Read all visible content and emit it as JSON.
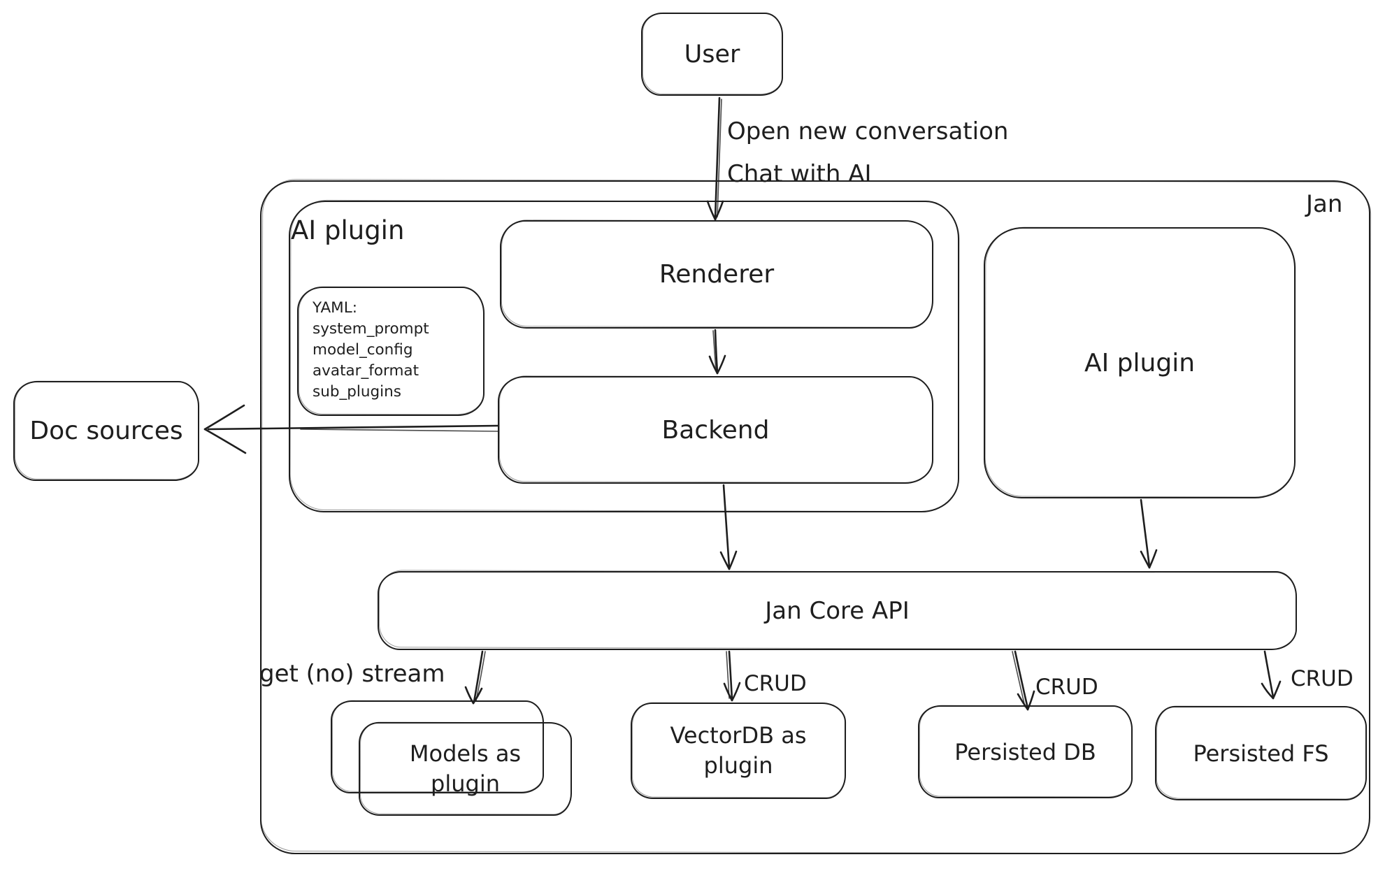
{
  "colors": {
    "stroke": "#1e1e1e",
    "background": "#ffffff"
  },
  "nodes": {
    "user": {
      "label": "User"
    },
    "jan": {
      "label": "Jan"
    },
    "ai_plugin_left": {
      "label": "AI plugin"
    },
    "yaml_note": {
      "lines": [
        "YAML:",
        "system_prompt",
        "model_config",
        "avatar_format",
        "sub_plugins"
      ]
    },
    "renderer": {
      "label": "Renderer"
    },
    "backend": {
      "label": "Backend"
    },
    "doc_sources": {
      "label": "Doc sources"
    },
    "ai_plugin_right": {
      "label": "AI plugin"
    },
    "jan_core_api": {
      "label": "Jan Core API"
    },
    "models_as_plugin": {
      "label": "Models as plugin"
    },
    "vectordb": {
      "label": "VectorDB as plugin"
    },
    "persisted_db": {
      "label": "Persisted DB"
    },
    "persisted_fs": {
      "label": "Persisted FS"
    }
  },
  "edges": {
    "user_to_renderer": {
      "from": "User",
      "to": "Renderer",
      "label_lines": [
        "Open new conversation",
        "Chat with AI"
      ]
    },
    "renderer_to_backend": {
      "from": "Renderer",
      "to": "Backend"
    },
    "backend_to_doc_sources": {
      "from": "Backend",
      "to": "Doc sources"
    },
    "backend_to_jan_core": {
      "from": "Backend",
      "to": "Jan Core API"
    },
    "ai_plugin_right_to_jan_core": {
      "from": "AI plugin",
      "to": "Jan Core API"
    },
    "jan_core_to_models": {
      "from": "Jan Core API",
      "to": "Models as plugin",
      "label": "get (no) stream"
    },
    "jan_core_to_vectordb": {
      "from": "Jan Core API",
      "to": "VectorDB as plugin",
      "label": "CRUD"
    },
    "jan_core_to_persisted_db": {
      "from": "Jan Core API",
      "to": "Persisted DB",
      "label": "CRUD"
    },
    "jan_core_to_persisted_fs": {
      "from": "Jan Core API",
      "to": "Persisted FS",
      "label": "CRUD"
    }
  }
}
